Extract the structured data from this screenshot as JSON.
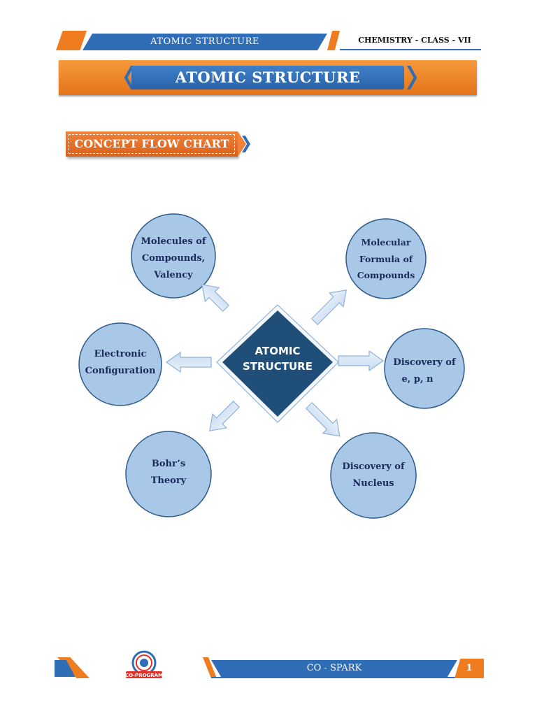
{
  "header": {
    "title": "ATOMIC STRUCTURE",
    "subject": "CHEMISTRY - CLASS - VII"
  },
  "banner": {
    "title": "ATOMIC STRUCTURE"
  },
  "section_tag": {
    "label": "CONCEPT FLOW CHART"
  },
  "diagram": {
    "center": [
      "ATOMIC",
      "STRUCTURE"
    ],
    "nodes": {
      "molecules": [
        "Molecules of",
        "Compounds,",
        "Valency"
      ],
      "formula": [
        "Molecular",
        "Formula of",
        "Compounds"
      ],
      "electronic": [
        "Electronic",
        "Configuration"
      ],
      "discovery_epn": [
        "Discovery of",
        "e, p, n"
      ],
      "bohr": [
        "Bohr’s",
        "Theory"
      ],
      "nucleus": [
        "Discovery of",
        "Nucleus"
      ]
    }
  },
  "footer": {
    "logo_text": "CO-PROGRAM",
    "label": "CO - SPARK",
    "page_number": "1"
  },
  "colors": {
    "orange": "#ef7c1f",
    "blue": "#2f6eb7",
    "circle_fill": "#a9c8e8",
    "circle_stroke": "#2d5a8a",
    "diamond": "#1f4e79",
    "text_dark": "#1a2a5a"
  }
}
